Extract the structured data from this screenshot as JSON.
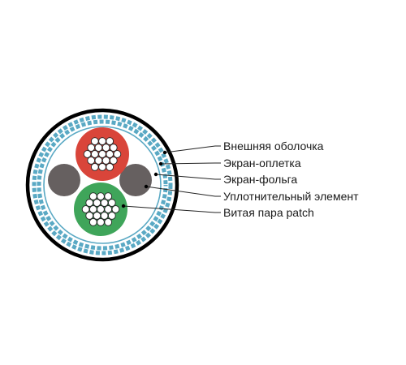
{
  "labels": {
    "outer_sheath": "Внешняя оболочка",
    "braid_shield": "Экран-оплетка",
    "foil_shield": "Экран-фольга",
    "filler": "Уплотнительный элемент",
    "twisted_pair": "Витая пара patch"
  },
  "colors": {
    "outer_sheath": "#000000",
    "braid_shield": "#5aa9c4",
    "pair_red": "#d9453a",
    "pair_green": "#3fa55a",
    "filler": "#666060",
    "wire": "#ffffff",
    "leader_line": "#222222"
  },
  "icons": [
    "cable-cross-section-icon"
  ]
}
